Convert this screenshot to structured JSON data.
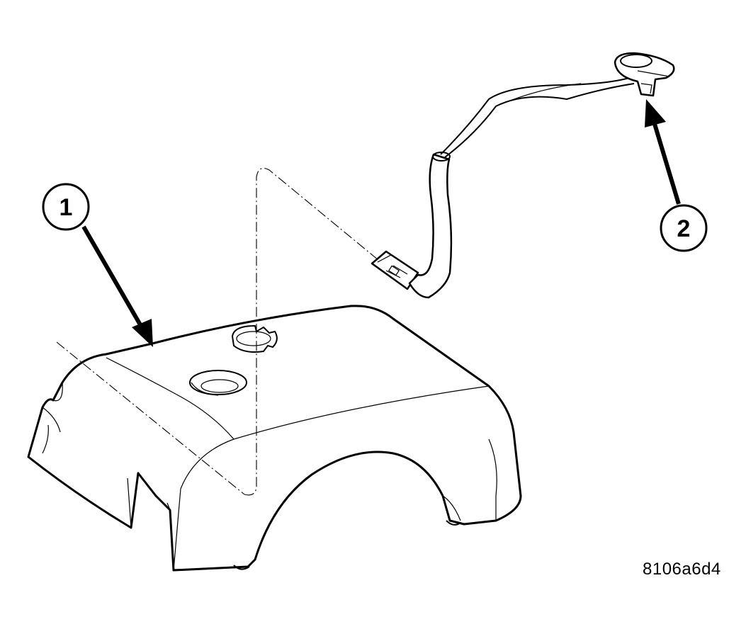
{
  "diagram": {
    "callouts": [
      {
        "id": "1",
        "label": "1"
      },
      {
        "id": "2",
        "label": "2"
      }
    ],
    "figure_code": "8106a6d4"
  },
  "colors": {
    "line": "#000000",
    "background": "#ffffff"
  }
}
